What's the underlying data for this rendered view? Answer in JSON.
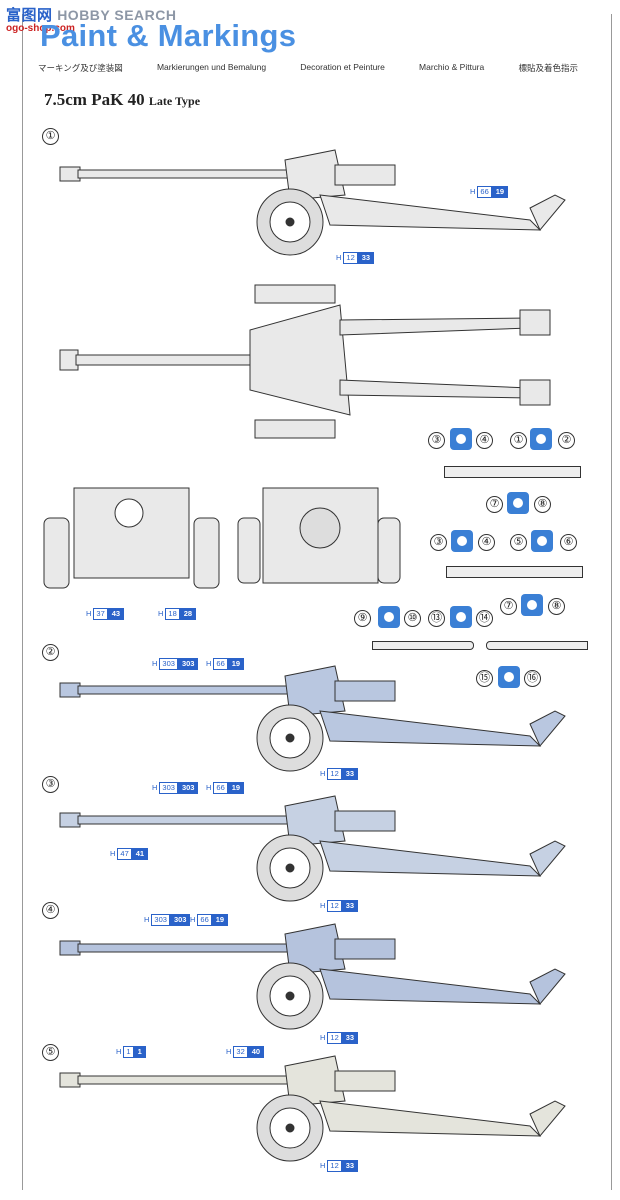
{
  "watermark": {
    "text_a": "富图网",
    "text_b": "HOBBY SEARCH",
    "site": "ogo-shop.com"
  },
  "header": {
    "title": "Paint & Markings",
    "languages": [
      "マーキング及び塗装図",
      "Markierungen und Bemalung",
      "Decoration et Peinture",
      "Marchio & Pittura",
      "標貼及着色指示"
    ],
    "subtitle": "7.5cm PaK 40",
    "subtitle_small": "Late Type"
  },
  "schemes": [
    {
      "number": "①",
      "codes": [
        {
          "prefix": "H",
          "a": "66",
          "b": "19"
        },
        {
          "prefix": "H",
          "a": "12",
          "b": "33"
        }
      ]
    },
    {
      "number": "②",
      "codes": [
        {
          "prefix": "H",
          "a": "303",
          "b": "303"
        },
        {
          "prefix": "H",
          "a": "66",
          "b": "19"
        },
        {
          "prefix": "H",
          "a": "12",
          "b": "33"
        }
      ]
    },
    {
      "number": "③",
      "codes": [
        {
          "prefix": "H",
          "a": "303",
          "b": "303"
        },
        {
          "prefix": "H",
          "a": "66",
          "b": "19"
        },
        {
          "prefix": "H",
          "a": "47",
          "b": "41"
        },
        {
          "prefix": "H",
          "a": "12",
          "b": "33"
        }
      ]
    },
    {
      "number": "④",
      "codes": [
        {
          "prefix": "H",
          "a": "303",
          "b": "303"
        },
        {
          "prefix": "H",
          "a": "66",
          "b": "19"
        },
        {
          "prefix": "H",
          "a": "12",
          "b": "33"
        }
      ]
    },
    {
      "number": "⑤",
      "codes": [
        {
          "prefix": "H",
          "a": "1",
          "b": "1"
        },
        {
          "prefix": "H",
          "a": "32",
          "b": "40"
        },
        {
          "prefix": "H",
          "a": "12",
          "b": "33"
        }
      ]
    }
  ],
  "view_codes": [
    {
      "prefix": "H",
      "a": "37",
      "b": "43"
    },
    {
      "prefix": "H",
      "a": "18",
      "b": "28"
    }
  ],
  "decal_numbers": [
    "③",
    "④",
    "①",
    "②",
    "⑦",
    "⑧",
    "③",
    "④",
    "⑤",
    "⑥",
    "⑦",
    "⑧",
    "⑨",
    "⑩",
    "⑬",
    "⑭",
    "⑮",
    "⑯"
  ]
}
